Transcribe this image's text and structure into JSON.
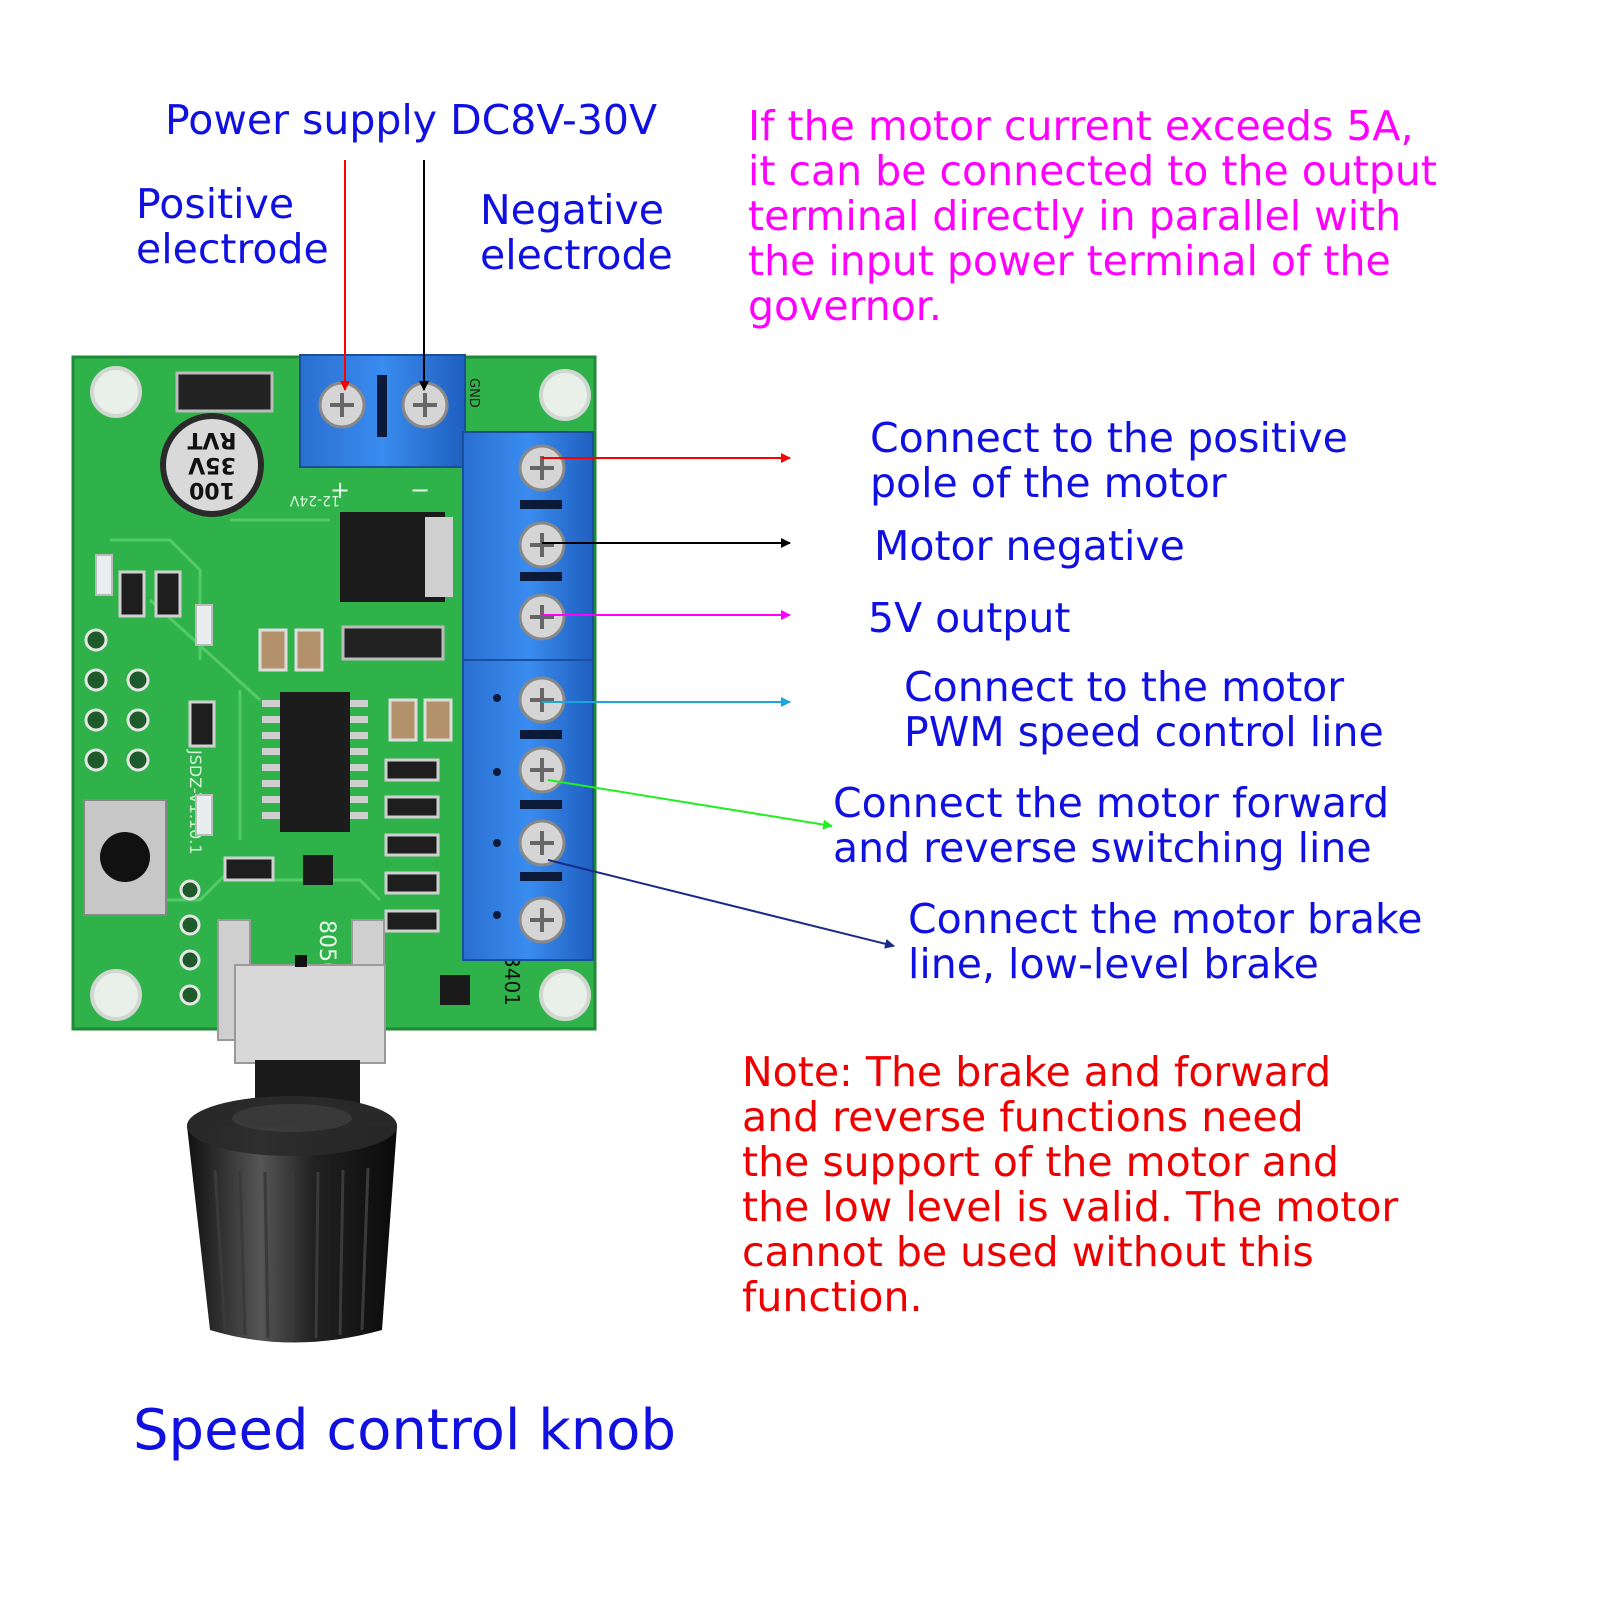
{
  "labels": {
    "power_supply": "Power supply DC8V-30V",
    "positive_electrode_1": "Positive",
    "positive_electrode_2": "electrode",
    "negative_electrode_1": "Negative",
    "negative_electrode_2": "electrode",
    "warning_lines": [
      "If the motor current exceeds 5A,",
      "it can be connected to the output",
      "terminal directly in parallel with",
      "the input power terminal of the",
      "governor."
    ],
    "motor_positive_1": "Connect to the positive",
    "motor_positive_2": "pole of the motor",
    "motor_negative": "Motor negative",
    "five_v_output": "5V output",
    "pwm_1": "Connect to the motor",
    "pwm_2": "PWM speed control line",
    "direction_1": "Connect the motor forward",
    "direction_2": "and reverse switching line",
    "brake_1": "Connect the motor brake",
    "brake_2": "line, low-level brake",
    "note_lines": [
      "Note: The brake and forward",
      "and reverse functions need",
      "the support of the motor and",
      "the low level is valid. The motor",
      "cannot be used without this",
      "function."
    ],
    "speed_knob": "Speed control knob"
  },
  "board_markings": {
    "capacitor_1": "100",
    "capacitor_2": "35V",
    "capacitor_3": "RVT",
    "input_range": "12-24V",
    "model": "JSDZ-V1.10.1",
    "transistor": "8050",
    "ic": "3401",
    "terminal_gnd": "GND"
  },
  "colors": {
    "label_blue": "#1010e0",
    "warning_magenta": "#ff00ff",
    "note_red": "#ee0000",
    "pcb_green": "#2fb24a",
    "terminal_blue": "#2f7fe0",
    "arrow_red": "#ff0000",
    "arrow_black": "#000000",
    "arrow_magenta": "#ff00ff",
    "arrow_cyan": "#1aa7e0",
    "arrow_green": "#22ee22",
    "arrow_navy": "#1a2a88"
  }
}
